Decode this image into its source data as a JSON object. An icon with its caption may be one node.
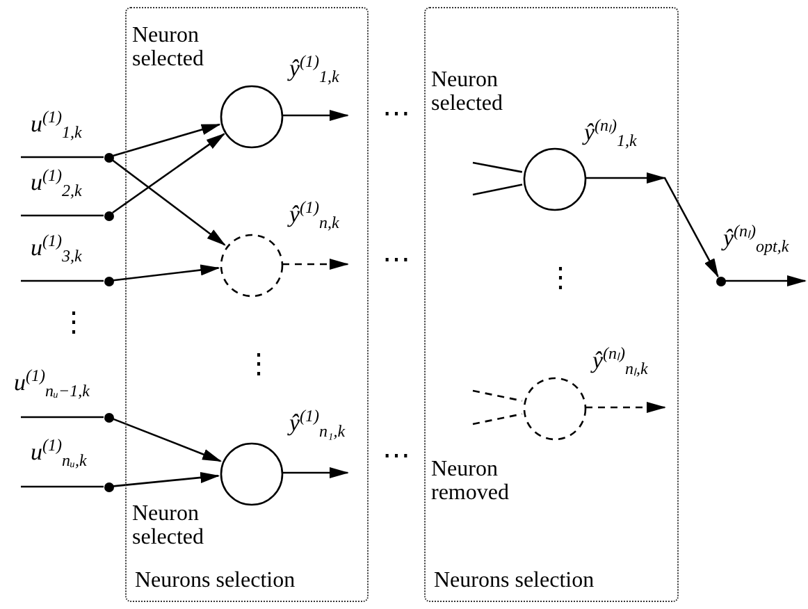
{
  "diagram": {
    "nodes": [
      {
        "text": [],
        "shape": "circle"
      },
      {
        "text": [],
        "shape": "circle"
      },
      {
        "text": [],
        "shape": "circle"
      },
      {
        "text": [],
        "shape": "circle"
      },
      {
        "text": [],
        "shape": "circle"
      },
      {
        "text": [
          "Neurons selection"
        ]
      },
      {
        "text": [],
        "shape": "circle",
        "in": 5
      },
      {
        "text": [],
        "shape": "circle",
        "in": 5
      },
      {
        "text": [],
        "shape": "circle",
        "in": 5
      },
      {
        "text": [
          "Neurons selection"
        ]
      },
      {
        "text": [],
        "shape": "circle",
        "in": 9
      },
      {
        "text": [],
        "shape": "circle",
        "in": 9
      },
      {
        "text": [],
        "shape": "circle"
      }
    ],
    "edges": [
      {
        "from": null,
        "to": 0,
        "arrow": "none",
        "label": "u$^{(1)}$$_{1,k}$"
      },
      {
        "from": null,
        "to": 1,
        "arrow": "none",
        "label": "u$^{(1)}$$_{2,k}$"
      },
      {
        "from": null,
        "to": 2,
        "arrow": "none",
        "label": "u$^{(1)}$$_{3,k}$"
      },
      {
        "from": null,
        "to": 3,
        "arrow": "none",
        "label": "u$^{(1)}$$_{nᵤ−1,k}$"
      },
      {
        "from": null,
        "to": 4,
        "arrow": "none",
        "label": "u$^{(1)}$$_{nᵤ,k}$"
      },
      {
        "from": 0,
        "to": 6,
        "arrow": "to"
      },
      {
        "from": 1,
        "to": 6,
        "arrow": "to"
      },
      {
        "from": 0,
        "to": 7,
        "arrow": "to"
      },
      {
        "from": 2,
        "to": 7,
        "arrow": "to"
      },
      {
        "from": 3,
        "to": 8,
        "arrow": "to"
      },
      {
        "from": 4,
        "to": 8,
        "arrow": "to"
      },
      {
        "from": 6,
        "to": null,
        "arrow": "to",
        "label": "ŷ$^{(1)}$$_{1,k}$"
      },
      {
        "from": 7,
        "to": null,
        "arrow": "to",
        "style": "dashed",
        "label": "ŷ$^{(1)}$$_{n,k}$"
      },
      {
        "from": 8,
        "to": null,
        "arrow": "to",
        "label": "ŷ$^{(1)}$$_{n₁,k}$"
      },
      {
        "from": null,
        "to": 10,
        "arrow": "none"
      },
      {
        "from": null,
        "to": 10,
        "arrow": "none"
      },
      {
        "from": null,
        "to": 11,
        "arrow": "none",
        "style": "dashed"
      },
      {
        "from": null,
        "to": 11,
        "arrow": "none",
        "style": "dashed"
      },
      {
        "from": 10,
        "to": 12,
        "arrow": "to",
        "label": "ŷ$^{(nₗ)}$$_{1,k}$"
      },
      {
        "from": 11,
        "to": null,
        "arrow": "to",
        "style": "dashed",
        "label": "ŷ$^{(nₗ)}$$_{nₗ,k}$"
      },
      {
        "from": 12,
        "to": null,
        "arrow": "to",
        "label": "ŷ$^{(nₗ)}$$_{opt,k}$"
      }
    ],
    "labels": [
      "Neuron selected",
      "Neuron selected",
      "⋯",
      "⋯",
      "⋮",
      "⋮",
      "⋮",
      "⋯",
      "Neuron removed",
      "Neuron selected"
    ]
  }
}
